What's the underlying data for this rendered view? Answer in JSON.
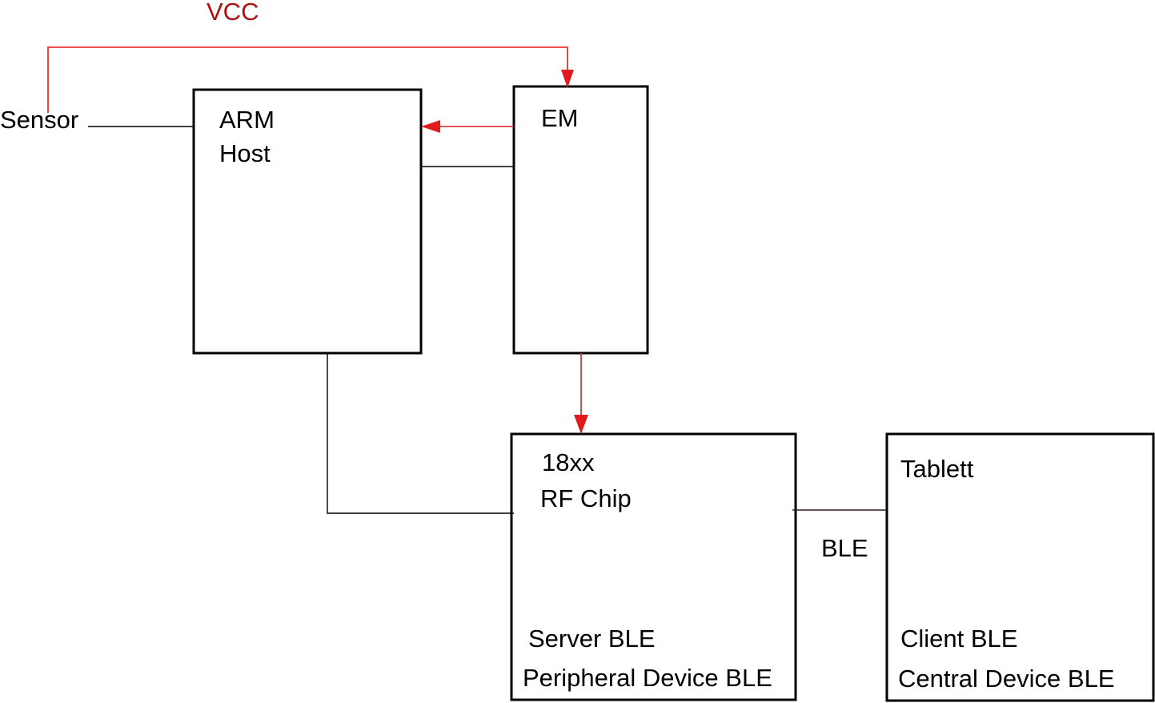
{
  "labels": {
    "vcc": "VCC",
    "sensor": "Sensor",
    "arm_line1": "ARM",
    "arm_line2": "Host",
    "em": "EM",
    "rf_line1": "18xx",
    "rf_line2": "RF Chip",
    "rf_role1": "Server BLE",
    "rf_role2": "Peripheral Device BLE",
    "ble": "BLE",
    "tablet": "Tablett",
    "tablet_role1": "Client BLE",
    "tablet_role2": "Central Device BLE"
  },
  "colors": {
    "power_line": "#e01b1b",
    "vcc_label": "#b01010",
    "box_stroke": "#000000"
  }
}
